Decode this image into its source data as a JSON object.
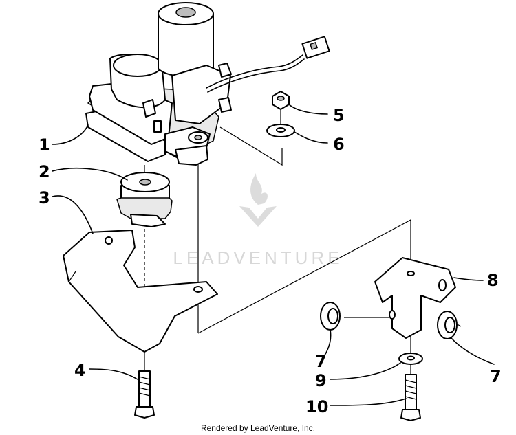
{
  "callouts": {
    "c1": "1",
    "c2": "2",
    "c3": "3",
    "c4": "4",
    "c5": "5",
    "c6": "6",
    "c7a": "7",
    "c7b": "7",
    "c8": "8",
    "c9": "9",
    "c10": "10"
  },
  "watermark": "LEADVENTURE",
  "footer": "Rendered by LeadVenture, Inc."
}
